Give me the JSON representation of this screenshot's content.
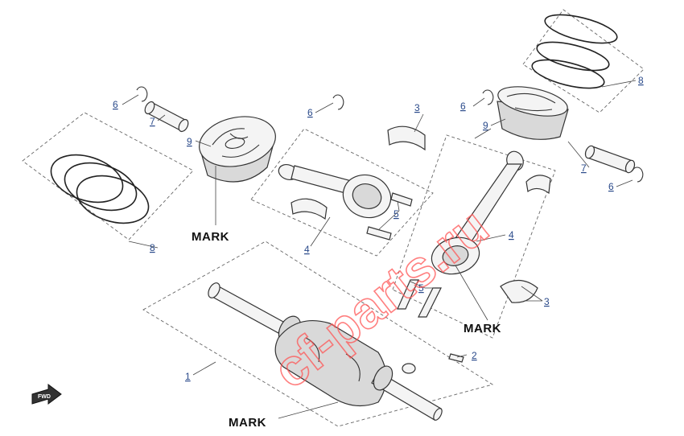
{
  "watermark": "cf-parts.ru",
  "fwd_label": "FWD",
  "mark_label": "MARK",
  "callouts": {
    "crankshaft": "1",
    "key": "2",
    "bearing_left": "3",
    "bearing_right": "3",
    "conrod_left": "4",
    "conrod_right": "4",
    "bolt_left": "5",
    "bolt_right": "5",
    "clip_left_top": "6",
    "clip_mid": "6",
    "clip_right_top": "6",
    "clip_right_bottom": "6",
    "pin_left": "7",
    "pin_right": "7",
    "ring_set_left": "8",
    "ring_set_right": "8",
    "piston_left": "9",
    "piston_right": "9"
  },
  "colors": {
    "watermark": "#ff5555",
    "callout": "#2a4a8a",
    "line": "#333333"
  }
}
